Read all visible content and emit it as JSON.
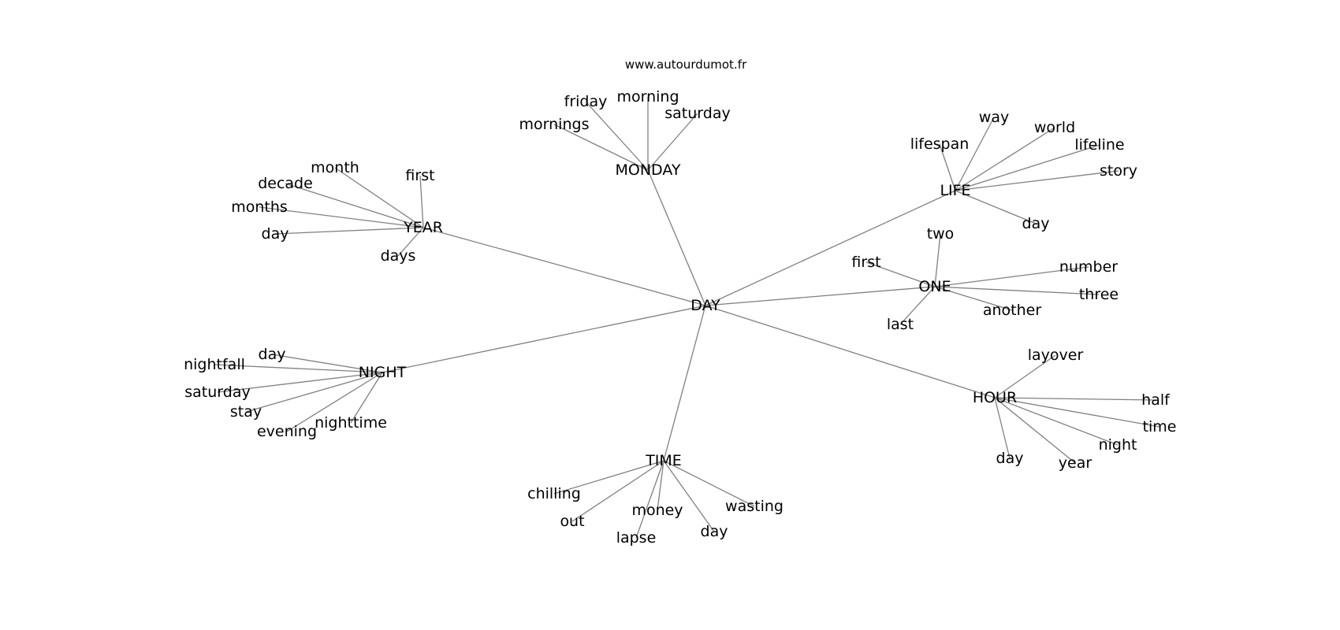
{
  "site": "www.autourdumot.fr",
  "center": "DAY",
  "clusters": [
    {
      "hub": "MONDAY",
      "leaves": [
        "friday",
        "morning",
        "saturday",
        "mornings"
      ]
    },
    {
      "hub": "YEAR",
      "leaves": [
        "month",
        "first",
        "decade",
        "months",
        "day",
        "days"
      ]
    },
    {
      "hub": "LIFE",
      "leaves": [
        "way",
        "world",
        "lifespan",
        "lifeline",
        "story",
        "day"
      ]
    },
    {
      "hub": "ONE",
      "leaves": [
        "two",
        "first",
        "number",
        "three",
        "another",
        "last"
      ]
    },
    {
      "hub": "NIGHT",
      "leaves": [
        "day",
        "nightfall",
        "saturday",
        "stay",
        "evening",
        "nighttime"
      ]
    },
    {
      "hub": "HOUR",
      "leaves": [
        "layover",
        "half",
        "time",
        "night",
        "year",
        "day"
      ]
    },
    {
      "hub": "TIME",
      "leaves": [
        "chilling",
        "out",
        "money",
        "lapse",
        "day",
        "wasting"
      ]
    }
  ]
}
